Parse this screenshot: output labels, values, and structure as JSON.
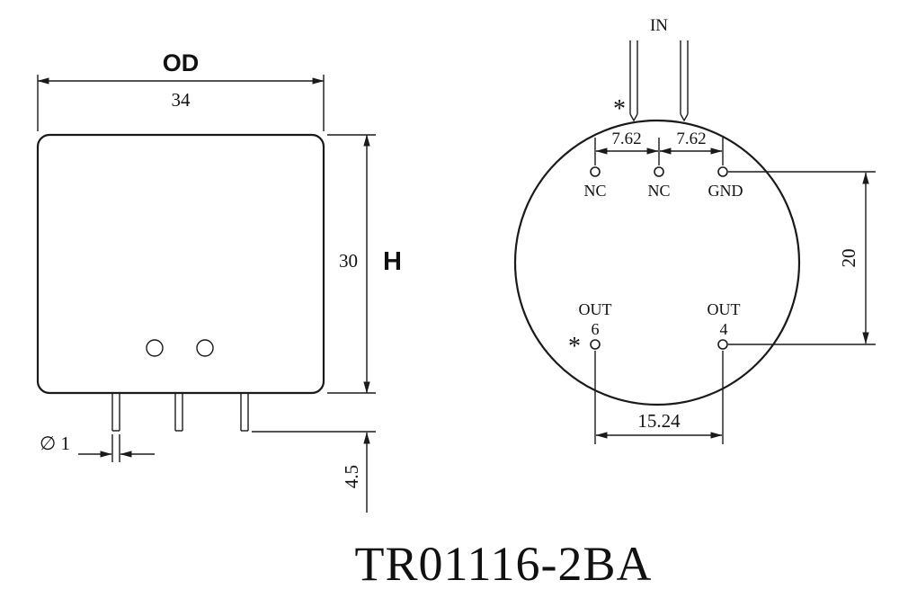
{
  "title": "TR01116-2BA",
  "side_view": {
    "od_label": "OD",
    "od_value": "34",
    "height_value": "30",
    "height_label": "H",
    "pin_diameter": "∅ 1",
    "pin_protrusion": "4.5"
  },
  "bottom_view": {
    "in_label": "IN",
    "polarity_mark_top": "*",
    "pin_pitch_left": "7.62",
    "pin_pitch_right": "7.62",
    "pin_nc_1": "NC",
    "pin_nc_2": "NC",
    "pin_gnd": "GND",
    "row_spacing": "20",
    "out_left_label": "OUT",
    "out_left_pin": "6",
    "polarity_mark_out": "*",
    "out_right_label": "OUT",
    "out_right_pin": "4",
    "out_pitch": "15.24"
  }
}
